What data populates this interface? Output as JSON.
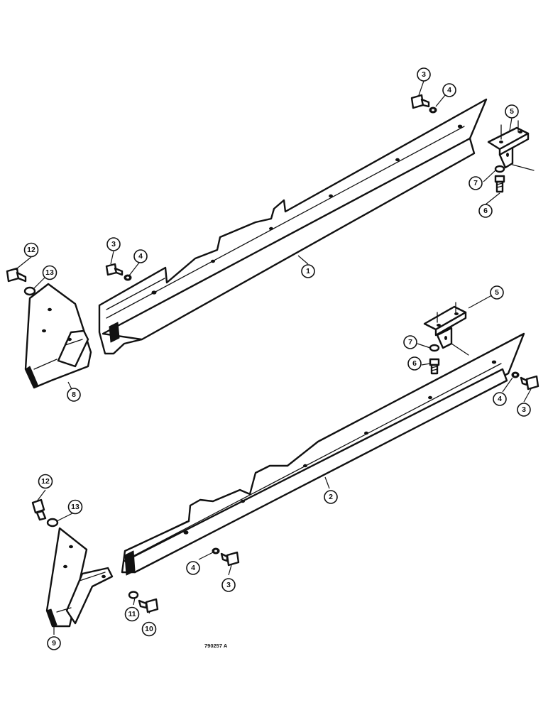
{
  "drawing_number": "790257 A",
  "callouts": [
    {
      "id": "c1-3",
      "label": "3"
    },
    {
      "id": "c1-4",
      "label": "4"
    },
    {
      "id": "c1-5",
      "label": "5"
    },
    {
      "id": "c1-7",
      "label": "7"
    },
    {
      "id": "c1-6",
      "label": "6"
    },
    {
      "id": "c1-3b",
      "label": "3"
    },
    {
      "id": "c1-4b",
      "label": "4"
    },
    {
      "id": "c1-1",
      "label": "1"
    },
    {
      "id": "c1-12",
      "label": "12"
    },
    {
      "id": "c1-13",
      "label": "13"
    },
    {
      "id": "c1-8",
      "label": "8"
    },
    {
      "id": "c2-5",
      "label": "5"
    },
    {
      "id": "c2-7",
      "label": "7"
    },
    {
      "id": "c2-6",
      "label": "6"
    },
    {
      "id": "c2-4",
      "label": "4"
    },
    {
      "id": "c2-3",
      "label": "3"
    },
    {
      "id": "c2-2",
      "label": "2"
    },
    {
      "id": "c2-12",
      "label": "12"
    },
    {
      "id": "c2-13",
      "label": "13"
    },
    {
      "id": "c2-4b",
      "label": "4"
    },
    {
      "id": "c2-3b",
      "label": "3"
    },
    {
      "id": "c2-11",
      "label": "11"
    },
    {
      "id": "c2-10",
      "label": "10"
    },
    {
      "id": "c2-9",
      "label": "9"
    }
  ]
}
